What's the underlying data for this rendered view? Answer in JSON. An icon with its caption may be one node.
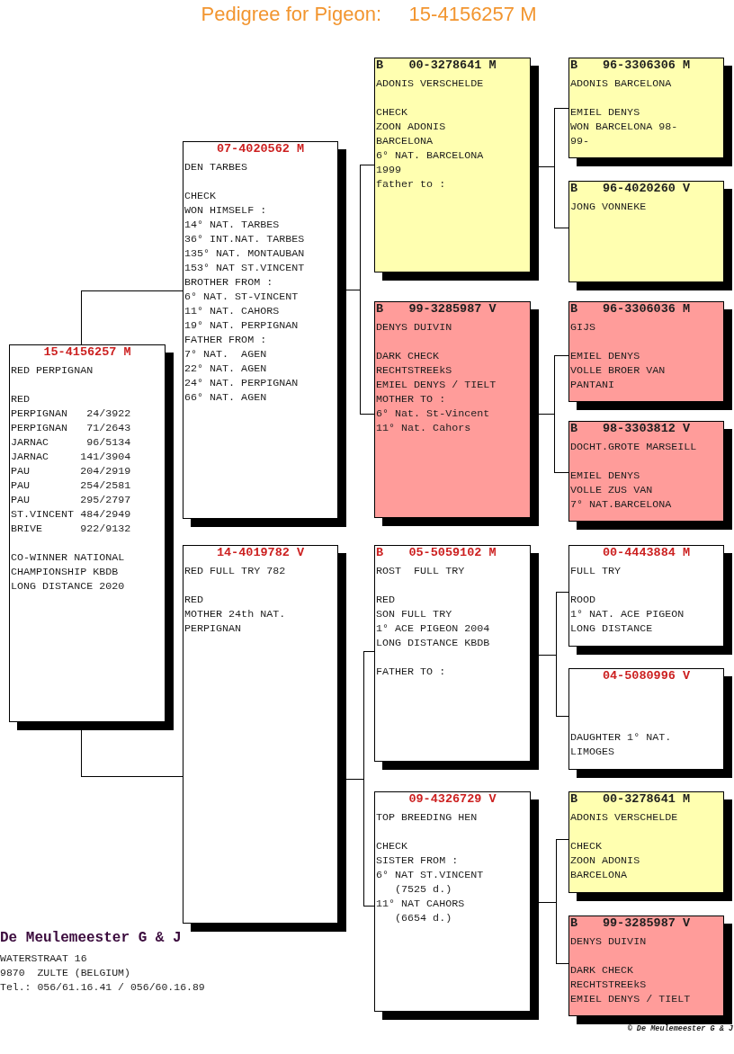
{
  "diagram": {
    "title": "Pedigree for Pigeon:     15-4156257 M",
    "nodes": [
      {
        "text": [
          "15-4156257 M",
          "RED PERPIGNAN",
          "RED",
          "PERPIGNAN   24/3922",
          "PERPIGNAN   71/2643",
          "JARNAC      96/5134",
          "JARNAC     141/3904",
          "PAU        204/2919",
          "PAU        254/2581",
          "PAU        295/2797",
          "ST.VINCENT 484/2949",
          "BRIVE      922/9132",
          "CO-WINNER NATIONAL CHAMPIONSHIP KBDB LONG DISTANCE 2020"
        ]
      },
      {
        "text": [
          "07-4020562 M",
          "DEN TARBES",
          "CHECK",
          "WON HIMSELF :",
          "14° NAT. TARBES",
          "36° INT.NAT. TARBES",
          "135° NAT. MONTAUBAN",
          "153° NAT ST.VINCENT",
          "BROTHER FROM :",
          "6° NAT. ST-VINCENT",
          "11° NAT. CAHORS",
          "19° NAT. PERPIGNAN",
          "FATHER FROM :",
          "7° NAT.  AGEN",
          "22° NAT. AGEN",
          "24° NAT. PERPIGNAN",
          "66° NAT. AGEN"
        ]
      },
      {
        "text": [
          "14-4019782 V",
          "RED FULL TRY 782",
          "RED",
          "MOTHER 24th NAT. PERPIGNAN"
        ]
      },
      {
        "text": [
          "B",
          "00-3278641 M",
          "ADONIS VERSCHELDE",
          "CHECK",
          "ZOON ADONIS BARCELONA",
          "6° NAT. BARCELONA 1999",
          "father to :"
        ]
      },
      {
        "text": [
          "B",
          "99-3285987 V",
          "DENYS DUIVIN",
          "DARK CHECK",
          "RECHTSTREEkS",
          "EMIEL DENYS / TIELT",
          "MOTHER TO :",
          "6° Nat. St-Vincent",
          "11° Nat. Cahors"
        ]
      },
      {
        "text": [
          "B",
          "05-5059102 M",
          "ROST  FULL TRY",
          "RED",
          "SON FULL TRY",
          "1° ACE PIGEON 2004",
          "LONG DISTANCE KBDB",
          "FATHER TO :"
        ]
      },
      {
        "text": [
          "09-4326729 V",
          "TOP BREEDING HEN",
          "CHECK",
          "SISTER FROM :",
          "6° NAT ST.VINCENT",
          "(7525 d.)",
          "11° NAT CAHORS",
          "(6654 d.)"
        ]
      },
      {
        "text": [
          "B",
          "96-3306306 M",
          "ADONIS BARCELONA",
          "EMIEL DENYS",
          "WON BARCELONA 98- 99-"
        ]
      },
      {
        "text": [
          "B",
          "96-4020260 V",
          "JONG VONNEKE"
        ]
      },
      {
        "text": [
          "B",
          "96-3306036 M",
          "GIJS",
          "EMIEL DENYS",
          "VOLLE BROER VAN PANTANI"
        ]
      },
      {
        "text": [
          "B",
          "98-3303812 V",
          "DOCHT.GROTE MARSEILL",
          "EMIEL DENYS",
          "VOLLE ZUS VAN",
          "7° NAT.BARCELONA"
        ]
      },
      {
        "text": [
          "00-4443884 M",
          "FULL TRY",
          "ROOD",
          "1° NAT. ACE PIGEON LONG DISTANCE"
        ]
      },
      {
        "text": [
          "04-5080996 V",
          "DAUGHTER 1° NAT. LIMOGES"
        ]
      },
      {
        "text": [
          "B",
          "00-3278641 M",
          "ADONIS VERSCHELDE",
          "CHECK",
          "ZOON ADONIS BARCELONA"
        ]
      },
      {
        "text": [
          "B",
          "99-3285987 V",
          "DENYS DUIVIN",
          "DARK CHECK",
          "RECHTSTREEkS",
          "EMIEL DENYS / TIELT"
        ]
      }
    ],
    "edges": [
      {
        "from": 0,
        "to": 1,
        "arrow": "none"
      },
      {
        "from": 0,
        "to": 2,
        "arrow": "none"
      },
      {
        "from": 1,
        "to": 3,
        "arrow": "none"
      },
      {
        "from": 1,
        "to": 4,
        "arrow": "none"
      },
      {
        "from": 2,
        "to": 5,
        "arrow": "none"
      },
      {
        "from": 2,
        "to": 6,
        "arrow": "none"
      },
      {
        "from": 3,
        "to": 7,
        "arrow": "none"
      },
      {
        "from": 3,
        "to": 8,
        "arrow": "none"
      },
      {
        "from": 4,
        "to": 9,
        "arrow": "none"
      },
      {
        "from": 4,
        "to": 10,
        "arrow": "none"
      },
      {
        "from": 5,
        "to": 11,
        "arrow": "none"
      },
      {
        "from": 5,
        "to": 12,
        "arrow": "none"
      },
      {
        "from": 6,
        "to": 13,
        "arrow": "none"
      },
      {
        "from": 6,
        "to": 14,
        "arrow": "none"
      }
    ],
    "labels": [
      "De Meulemeester G & J",
      "WATERSTRAAT 16",
      "9870  ZULTE (BELGIUM)",
      "Tel.: 056/61.16.41 / 056/60.16.89",
      "© De Meulemeester G & J"
    ]
  }
}
